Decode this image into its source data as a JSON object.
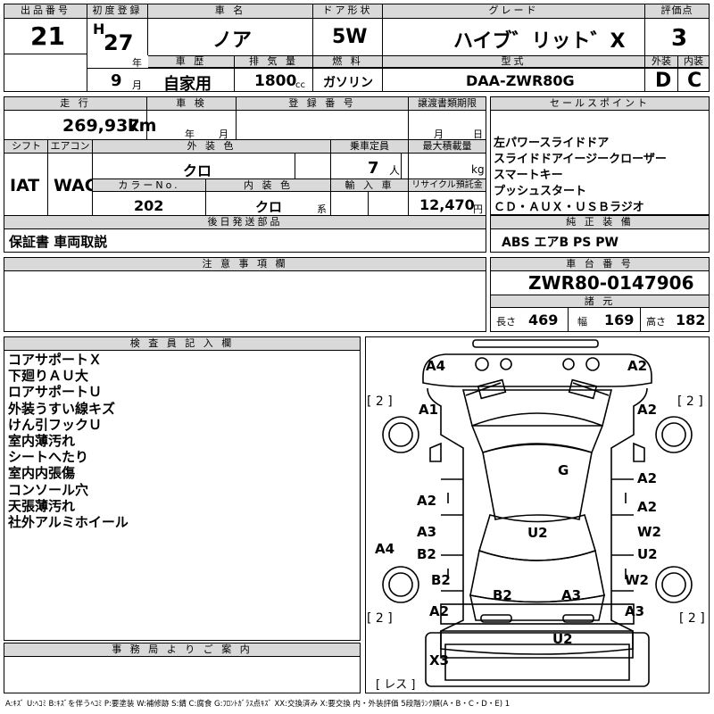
{
  "lot": {
    "label": "出品番号",
    "value": "21"
  },
  "first_reg": {
    "label": "初度登録",
    "era": "H",
    "year": "27",
    "year_unit": "年",
    "month": "9",
    "month_unit": "月"
  },
  "car_name": {
    "label": "車 名",
    "value": "ノア"
  },
  "doors": {
    "label": "ドア形状",
    "value": "5W"
  },
  "grade": {
    "label": "グレード",
    "value": "ハイブ゛リット゛X"
  },
  "score": {
    "label": "評価点",
    "value": "3"
  },
  "history": {
    "label": "車 歴",
    "value": "自家用"
  },
  "displacement": {
    "label": "排 気 量",
    "value": "1800",
    "unit": "cc"
  },
  "fuel": {
    "label": "燃 料",
    "value": "ガソリン"
  },
  "model": {
    "label": "型式",
    "value": "DAA-ZWR80G"
  },
  "exterior_grade": {
    "label": "外装",
    "value": "D"
  },
  "interior_grade": {
    "label": "内装",
    "value": "C"
  },
  "mileage": {
    "label": "走 行",
    "value": "269,937",
    "unit": "km"
  },
  "inspection": {
    "label": "車 検",
    "year_unit": "年",
    "month_unit": "月"
  },
  "reg_number": {
    "label": "登 録 番 号"
  },
  "transfer_deadline": {
    "label": "譲渡書類期限",
    "month_unit": "月",
    "day_unit": "日"
  },
  "sales_points": {
    "label": "セールスポイント",
    "items": [
      "左パワースライドドア",
      "スライドドアイージークローザー",
      "スマートキー",
      "プッシュスタート",
      "ＣＤ・ＡＵＸ・ＵＳＢラジオ"
    ]
  },
  "shift": {
    "label": "シフト",
    "value": "IAT"
  },
  "aircon": {
    "label": "エアコン",
    "value": "WAC"
  },
  "ext_color": {
    "label": "外 装 色",
    "value": "クロ"
  },
  "capacity": {
    "label": "乗車定員",
    "value": "7",
    "unit": "人"
  },
  "max_load": {
    "label": "最大積載量",
    "unit": "kg"
  },
  "color_no": {
    "label": "カラーNo.",
    "value": "202"
  },
  "int_color": {
    "label": "内 装 色",
    "value": "クロ",
    "unit": "系"
  },
  "import": {
    "label": "輸 入 車"
  },
  "recycle": {
    "label": "リサイクル預託金",
    "value": "12,470",
    "unit": "円"
  },
  "later_parts": {
    "label": "後日発送部品",
    "value": "保証書 車両取説"
  },
  "equipment": {
    "label": "純 正 装 備",
    "value": "ABS エアB PS PW"
  },
  "caution": {
    "label": "注 意 事 項 欄"
  },
  "chassis": {
    "label": "車 台 番 号",
    "value": "ZWR80-0147906"
  },
  "specs": {
    "label": "諸 元",
    "length_label": "長さ",
    "length": "469",
    "width_label": "幅",
    "width": "169",
    "height_label": "高さ",
    "height": "182"
  },
  "inspector": {
    "label": "検 査 員 記 入 欄",
    "notes": [
      "コアサポートＸ",
      "下廻りＡＵ大",
      "ロアサポートＵ",
      "外装うすい線キズ",
      "けん引フックＵ",
      "室内薄汚れ",
      "シートへたり",
      "室内内張傷",
      "コンソール穴",
      "天張薄汚れ",
      "社外アルミホイール"
    ]
  },
  "office": {
    "label": "事 務 局 よ り ご 案 内"
  },
  "diagram": {
    "marks": [
      "A4",
      "A2",
      "A1",
      "A2",
      "G",
      "A2",
      "A2",
      "A2",
      "A3",
      "B2",
      "U2",
      "W2",
      "U2",
      "A4",
      "B2",
      "W2",
      "B2",
      "A3",
      "A2",
      "A3",
      "U2",
      "X3"
    ],
    "tyres": [
      "[ 2 ]",
      "[ 2 ]",
      "[ 2 ]",
      "[ 2 ]"
    ],
    "spare": "[ レス ]"
  },
  "legend": "A:ｷｽﾞ  U:ﾍｺﾐ  B:ｷｽﾞを伴うﾍｺﾐ  P:要塗装  W:補修跡  S:錆  C:腐食  G:ﾌﾛﾝﾄｶﾞﾗｽ点ｷｽﾞ  XX:交換済み  X:要交換   内・外装評価  5段階ﾗﾝｸ順(A・B・C・D・E) 1"
}
